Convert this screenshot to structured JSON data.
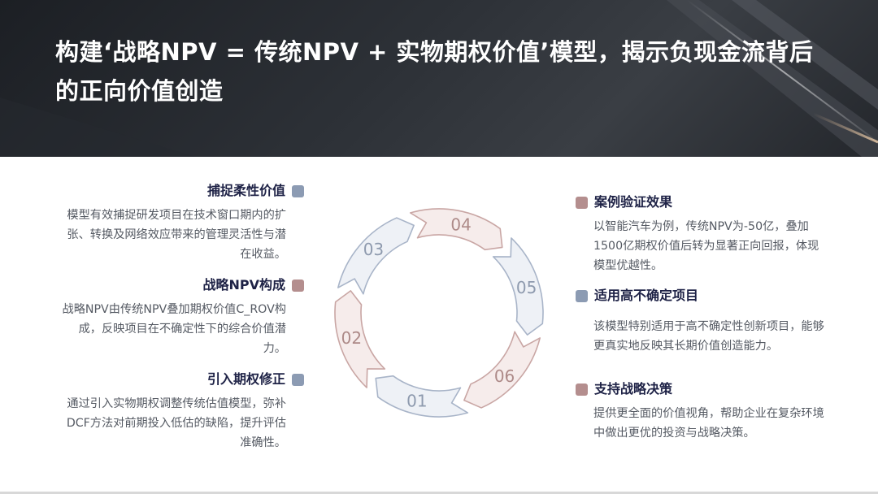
{
  "slide": {
    "title": "构建‘战略NPV = 传统NPV + 实物期权价值’模型，揭示负现金流背后的正向价值创造"
  },
  "left_blocks": [
    {
      "title": "捕捉柔性价值",
      "body": "模型有效捕捉研发项目在技术窗口期内的扩张、转换及网络效应带来的管理灵活性与潜在收益。",
      "color": "blue"
    },
    {
      "title": "战略NPV构成",
      "body": "战略NPV由传统NPV叠加期权价值C_ROV构成，反映项目在不确定性下的综合价值潜力。",
      "color": "red"
    },
    {
      "title": "引入期权修正",
      "body": "通过引入实物期权调整传统估值模型，弥补DCF方法对前期投入低估的缺陷，提升评估准确性。",
      "color": "blue"
    }
  ],
  "right_blocks": [
    {
      "title": "案例验证效果",
      "body": "以智能汽车为例，传统NPV为-50亿，叠加1500亿期权价值后转为显著正向回报，体现模型优越性。",
      "color": "red"
    },
    {
      "title": "适用高不确定项目",
      "body": "该模型特别适用于高不确定性创新项目，能够更真实地反映其长期价值创造能力。",
      "color": "blue"
    },
    {
      "title": "支持战略决策",
      "body": "提供更全面的价值视角，帮助企业在复杂环境中做出更优的投资与战略决策。",
      "color": "red"
    }
  ],
  "cycle": {
    "segments": [
      {
        "label": "01",
        "tone": "blue"
      },
      {
        "label": "02",
        "tone": "red"
      },
      {
        "label": "03",
        "tone": "blue"
      },
      {
        "label": "04",
        "tone": "red"
      },
      {
        "label": "05",
        "tone": "blue"
      },
      {
        "label": "06",
        "tone": "red"
      }
    ]
  },
  "colors": {
    "blue_fill": "#eef1f6",
    "blue_stroke": "#a8b4c8",
    "blue_text": "#8e9aae",
    "red_fill": "#f6eceb",
    "red_stroke": "#c9a6a4",
    "red_text": "#ad8a88",
    "heading": "#1e2246",
    "body_text": "#555a63"
  }
}
